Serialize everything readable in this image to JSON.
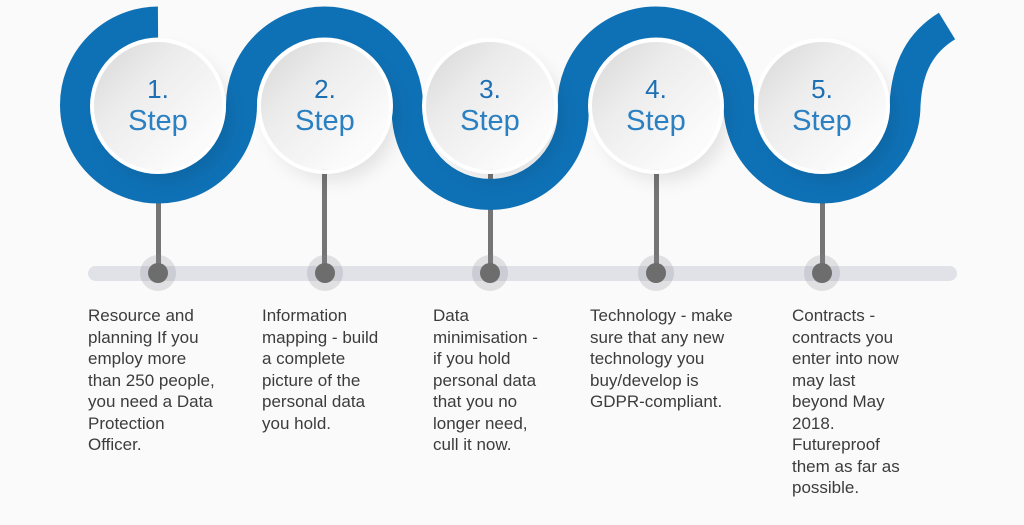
{
  "colors": {
    "ribbon": "#0f71b5",
    "num": "#1d6fb4",
    "word": "#2b80c2",
    "desc": "#3c3c3c",
    "bar": "#e0e2e8",
    "stick": "#757575",
    "dot": "#6d6d6d",
    "circle_dark": "#d6d6d6",
    "circle_light": "#fbfbfb",
    "background": "#fafafa"
  },
  "steps": [
    {
      "number": "1.",
      "label": "Step",
      "description": [
        "Resource and",
        "planning If you",
        "employ more",
        "than 250 people,",
        "you need a Data",
        "Protection",
        "Officer."
      ]
    },
    {
      "number": "2.",
      "label": "Step",
      "description": [
        "Information",
        "mapping - build",
        "a complete",
        "picture of the",
        "personal data",
        "you hold."
      ]
    },
    {
      "number": "3.",
      "label": "Step",
      "description": [
        "Data",
        "minimisation -",
        "if you hold",
        "personal data",
        "that you no",
        "longer need,",
        "cull it now."
      ]
    },
    {
      "number": "4.",
      "label": "Step",
      "description": [
        "Technology - make",
        "sure that any new",
        "technology you",
        "buy/develop is",
        "GDPR-compliant."
      ]
    },
    {
      "number": "5.",
      "label": "Step",
      "description": [
        "Contracts -",
        "contracts you",
        "enter into now",
        "may last",
        "beyond May",
        "2018.",
        "Futureproof",
        "them as far as",
        "possible."
      ]
    }
  ]
}
